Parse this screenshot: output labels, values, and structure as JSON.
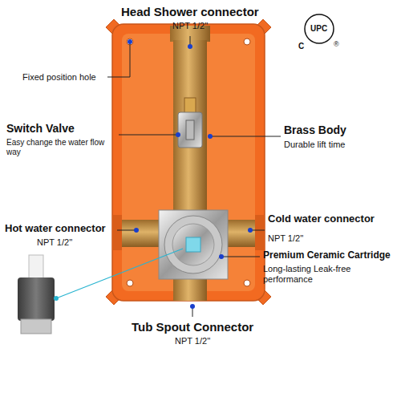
{
  "diagram": {
    "labels": [
      "Head Shower connector",
      "NPT 1/2''",
      "Fixed position hole",
      "Switch Valve",
      "Easy change the water flow way",
      "Brass Body",
      "Durable lift time",
      "Hot water connector",
      "NPT 1/2''",
      "Cold water connector",
      "NPT 1/2''",
      "Premium Ceramic Cartridge",
      "Long-lasting Leak-free performance",
      "Tub Spout Connector",
      "NPT 1/2''",
      "UPC",
      "C",
      "®"
    ]
  }
}
